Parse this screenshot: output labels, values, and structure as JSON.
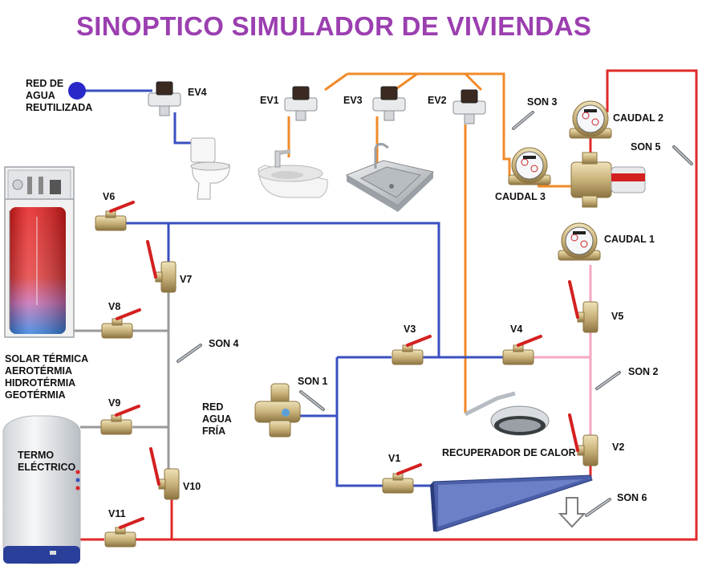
{
  "title": "SINOPTICO SIMULADOR DE VIVIENDAS",
  "colors": {
    "cold_water": "#3a4fc0",
    "hot_water": "#e02a2a",
    "reused_water": "#3a4fc0",
    "hot_supply_orange": "#f08a28",
    "mixed_water": "#f5a8c0",
    "return_gray": "#9a9a9a",
    "title": "#9b3fb0"
  },
  "labels": {
    "red_agua_reutilizada": "RED DE\nAGUA\nREUTILIZADA",
    "ev4": "EV4",
    "ev1": "EV1",
    "ev3": "EV3",
    "ev2": "EV2",
    "son3": "SON 3",
    "caudal2": "CAUDAL 2",
    "son5": "SON 5",
    "caudal3": "CAUDAL 3",
    "caudal1": "CAUDAL 1",
    "v6": "V6",
    "v7": "V7",
    "v8": "V8",
    "solar": "SOLAR TÉRMICA\nAEROTÉRMIA\nHIDROTÉRMIA\nGEOTÉRMIA",
    "son4": "SON 4",
    "v3": "V3",
    "v4": "V4",
    "v5": "V5",
    "son2": "SON 2",
    "son1": "SON 1",
    "red_agua_fria": "RED\nAGUA\nFRÍA",
    "v9": "V9",
    "termo": "TERMO\nELÉCTRICO",
    "recuperador": "RECUPERADOR DE CALOR",
    "v2": "V2",
    "v1": "V1",
    "v10": "V10",
    "son6": "SON 6",
    "v11": "V11"
  }
}
